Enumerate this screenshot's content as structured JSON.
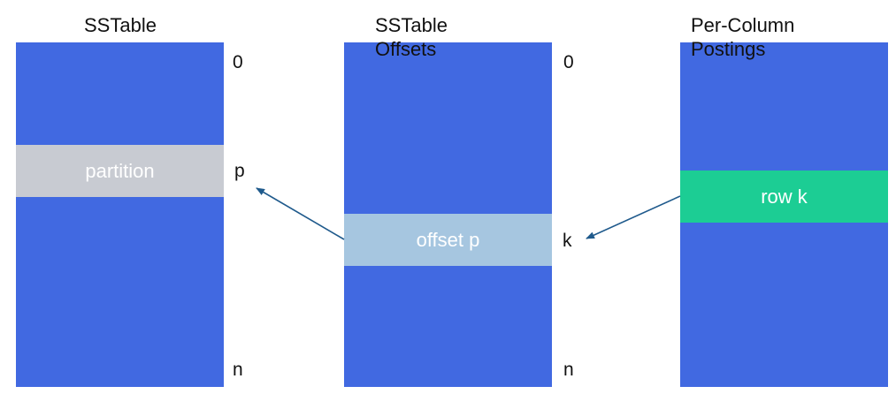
{
  "columns": [
    {
      "title": "SSTable",
      "band_label": "partition",
      "ticks": {
        "top": "0",
        "mid": "p",
        "bottom": "n"
      }
    },
    {
      "title": "SSTable\nOffsets",
      "band_label": "offset p",
      "ticks": {
        "top": "0",
        "mid": "k",
        "bottom": "n"
      }
    },
    {
      "title": "Per-Column\nPostings",
      "band_label": "row k"
    }
  ],
  "colors": {
    "column_fill": "#4169e1",
    "partition_band": "#c8cbd2",
    "offset_band": "#a6c6e0",
    "row_band": "#1ccd94",
    "arrow": "#1f5a8c"
  }
}
